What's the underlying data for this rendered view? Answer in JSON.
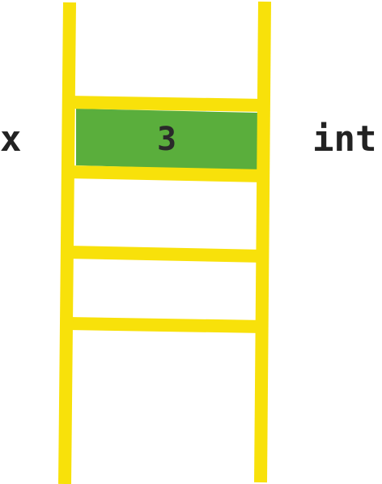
{
  "variable": {
    "name": "x",
    "type": "int",
    "value": "3"
  },
  "colors": {
    "ladder": "#f8e10a",
    "filled_cell": "#5aae3c",
    "text": "#222222",
    "background": "#ffffff"
  }
}
